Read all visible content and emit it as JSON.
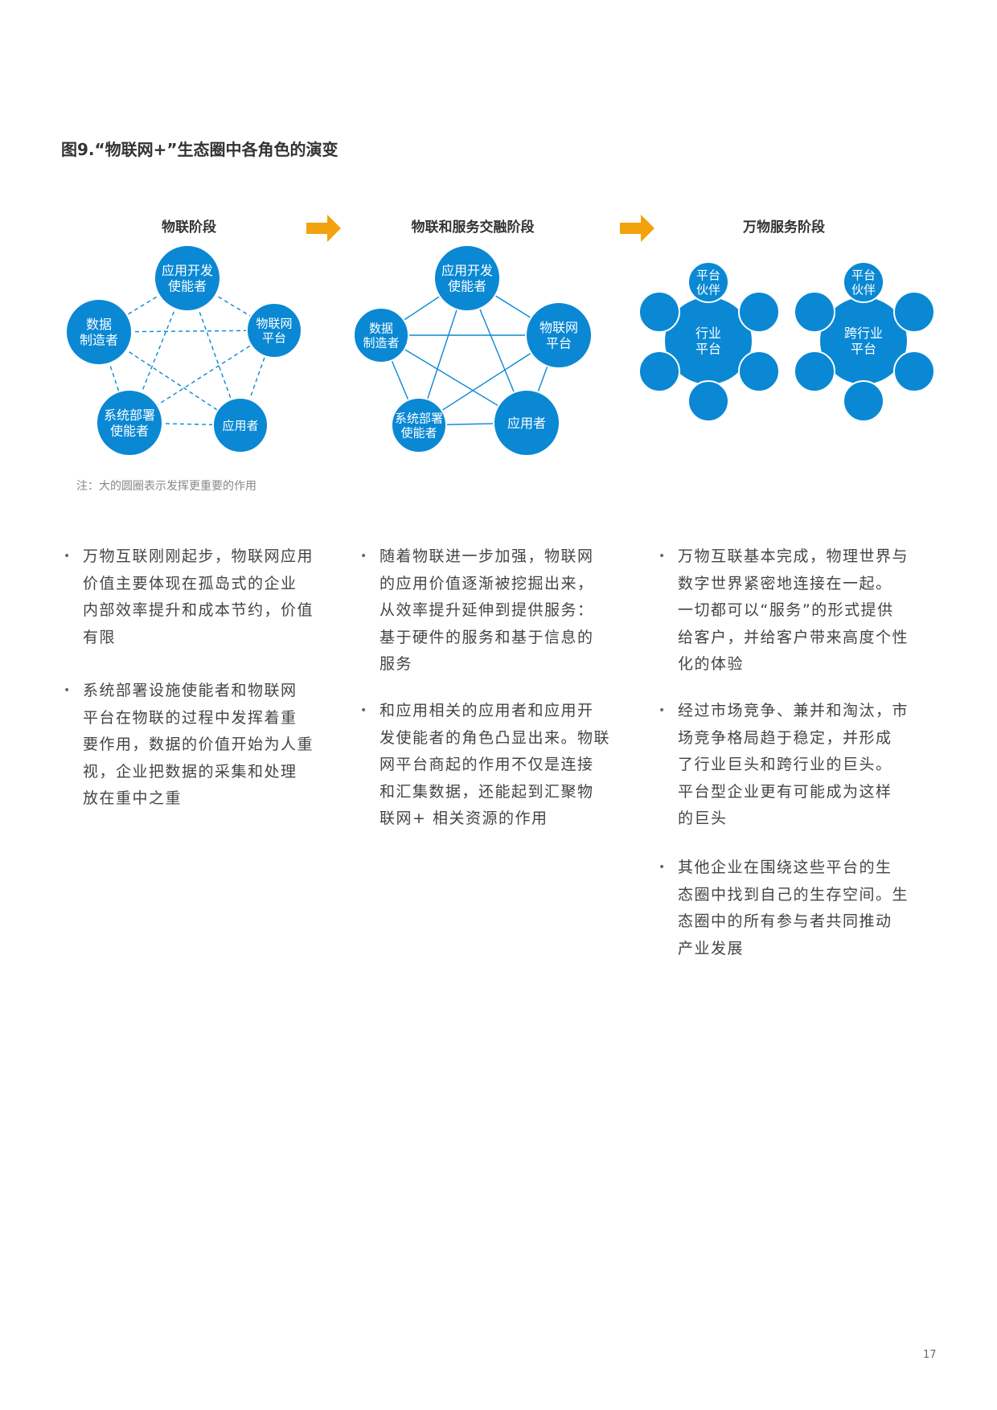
{
  "title": "图9.“物联网+”生态圈中各角色的演变",
  "colors": {
    "circle": "#0a88d4",
    "arrow": "#f2a20c",
    "text": "#ffffff"
  },
  "stages": [
    {
      "heading": "物联阶段",
      "nodes": [
        [
          "应用开发",
          "使能者"
        ],
        [
          "数据",
          "制造者"
        ],
        [
          "物联网",
          "平台"
        ],
        [
          "系统部署",
          "使能者"
        ],
        [
          "应用者"
        ]
      ]
    },
    {
      "heading": "物联和服务交融阶段",
      "nodes": [
        [
          "应用开发",
          "使能者"
        ],
        [
          "数据",
          "制造者"
        ],
        [
          "物联网",
          "平台"
        ],
        [
          "系统部署",
          "使能者"
        ],
        [
          "应用者"
        ]
      ]
    },
    {
      "heading": "万物服务阶段",
      "clusters": [
        {
          "center": [
            "行业",
            "平台"
          ],
          "partner": [
            "平台",
            "伙伴"
          ]
        },
        {
          "center": [
            "跨行业",
            "平台"
          ],
          "partner": [
            "平台",
            "伙伴"
          ]
        }
      ]
    }
  ],
  "note": "注：大的圆圈表示发挥更重要的作用",
  "columns": [
    [
      [
        "万物互联刚刚起步，物联网应用",
        "价值主要体现在孤岛式的企业",
        "内部效率提升和成本节约，价值",
        "有限"
      ],
      [
        "系统部署设施使能者和物联网",
        "平台在物联的过程中发挥着重",
        "要作用，数据的价值开始为人重",
        "视，企业把数据的采集和处理",
        "放在重中之重"
      ]
    ],
    [
      [
        "随着物联进一步加强，物联网",
        "的应用价值逐渐被挖掘出来，",
        "从效率提升延伸到提供服务：",
        "基于硬件的服务和基于信息的",
        "服务"
      ],
      [
        "和应用相关的应用者和应用开",
        "发使能者的角色凸显出来。物联",
        "网平台商起的作用不仅是连接",
        "和汇集数据，还能起到汇聚物",
        "联网+ 相关资源的作用"
      ]
    ],
    [
      [
        "万物互联基本完成，物理世界与",
        "数字世界紧密地连接在一起。",
        "一切都可以“服务”的形式提供",
        "给客户，并给客户带来高度个性",
        "化的体验"
      ],
      [
        "经过市场竞争、兼并和淘汰，市",
        "场竞争格局趋于稳定，并形成",
        "了行业巨头和跨行业的巨头。",
        "平台型企业更有可能成为这样",
        "的巨头"
      ],
      [
        "其他企业在围绕这些平台的生",
        "态圈中找到自己的生存空间。生",
        "态圈中的所有参与者共同推动",
        "产业发展"
      ]
    ]
  ],
  "page_number": "17"
}
